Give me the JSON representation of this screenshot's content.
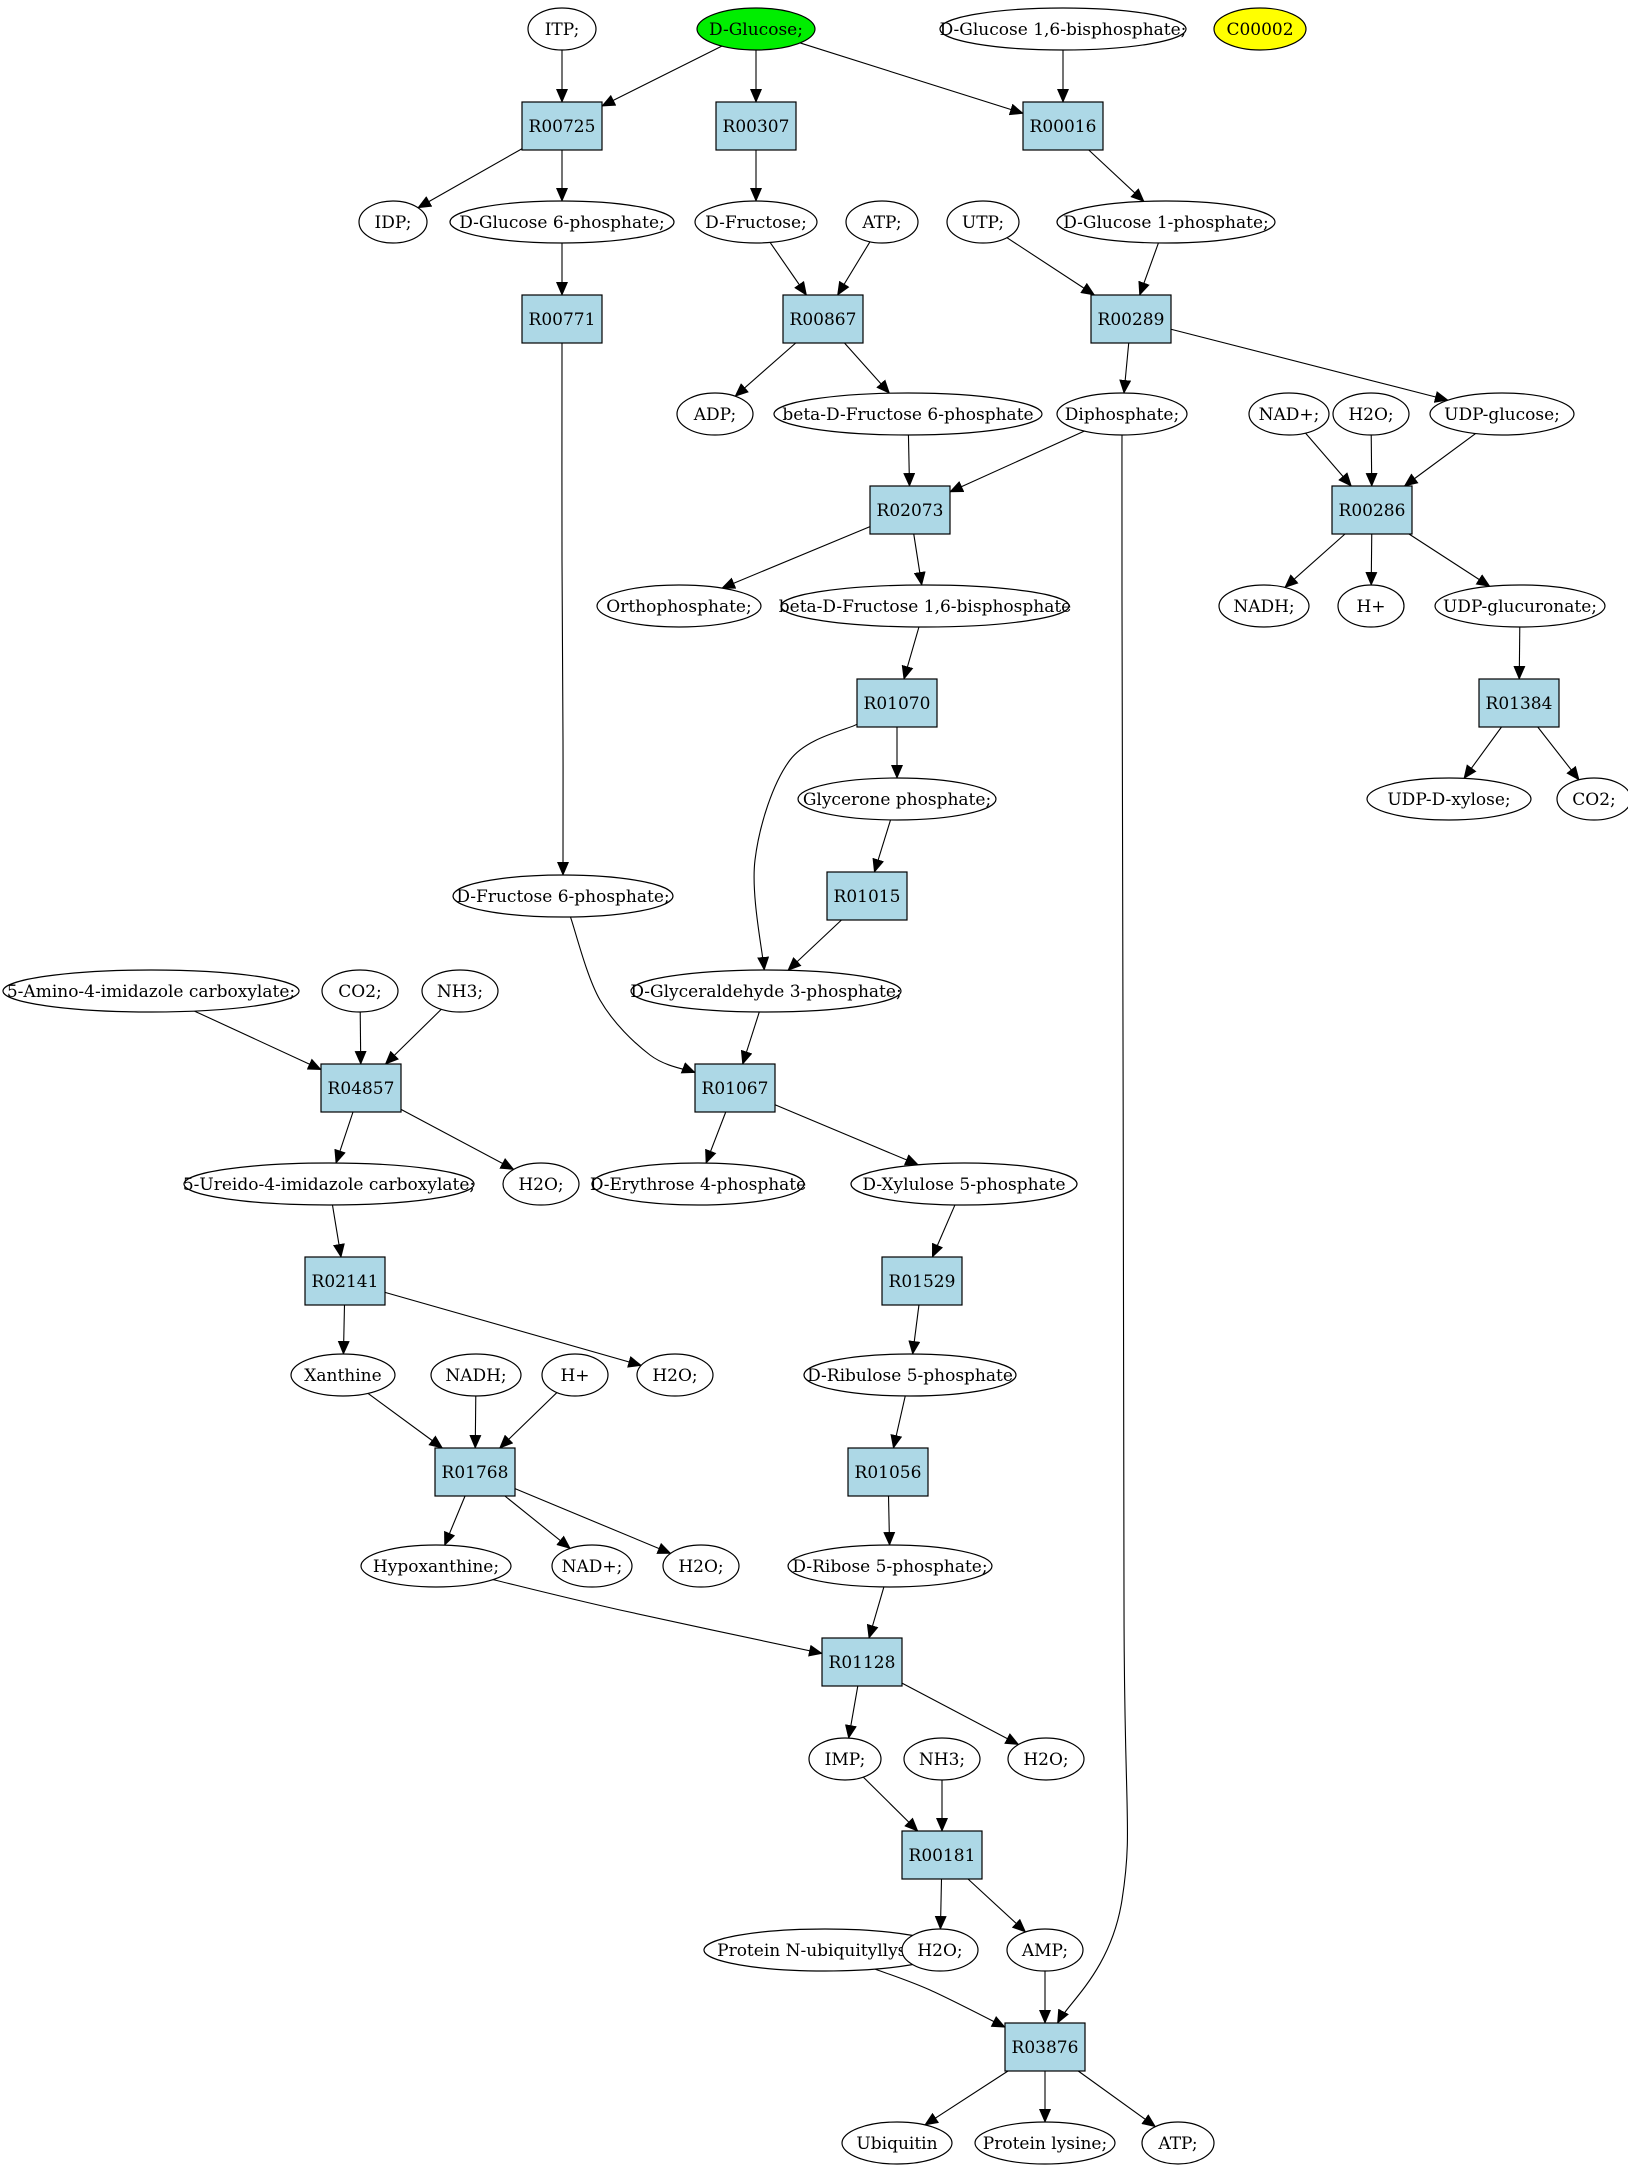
{
  "colors": {
    "reaction_fill": "#add8e6",
    "start_fill": "#00ee00",
    "query_fill": "#ffff00",
    "compound_fill": "#ffffff",
    "stroke": "#000000"
  },
  "nodes": [
    {
      "id": "itp1",
      "label": "ITP;",
      "kind": "compound"
    },
    {
      "id": "glc",
      "label": "D-Glucose;",
      "kind": "start"
    },
    {
      "id": "g16bp",
      "label": "D-Glucose 1,6-bisphosphate;",
      "kind": "compound"
    },
    {
      "id": "c00002",
      "label": "C00002",
      "kind": "query"
    },
    {
      "id": "R00725",
      "label": "R00725",
      "kind": "reaction"
    },
    {
      "id": "R00307",
      "label": "R00307",
      "kind": "reaction"
    },
    {
      "id": "R00016",
      "label": "R00016",
      "kind": "reaction"
    },
    {
      "id": "idp",
      "label": "IDP;",
      "kind": "compound"
    },
    {
      "id": "g6p",
      "label": "D-Glucose 6-phosphate;",
      "kind": "compound"
    },
    {
      "id": "fru",
      "label": "D-Fructose;",
      "kind": "compound"
    },
    {
      "id": "atp1",
      "label": "ATP;",
      "kind": "compound"
    },
    {
      "id": "utp",
      "label": "UTP;",
      "kind": "compound"
    },
    {
      "id": "g1p",
      "label": "D-Glucose 1-phosphate;",
      "kind": "compound"
    },
    {
      "id": "R00771",
      "label": "R00771",
      "kind": "reaction"
    },
    {
      "id": "R00867",
      "label": "R00867",
      "kind": "reaction"
    },
    {
      "id": "R00289",
      "label": "R00289",
      "kind": "reaction"
    },
    {
      "id": "adp",
      "label": "ADP;",
      "kind": "compound"
    },
    {
      "id": "bf6p",
      "label": "beta-D-Fructose 6-phosphate",
      "kind": "compound"
    },
    {
      "id": "ppi",
      "label": "Diphosphate;",
      "kind": "compound"
    },
    {
      "id": "nad1",
      "label": "NAD+;",
      "kind": "compound"
    },
    {
      "id": "h2o1",
      "label": "H2O;",
      "kind": "compound"
    },
    {
      "id": "udpg",
      "label": "UDP-glucose;",
      "kind": "compound"
    },
    {
      "id": "R02073",
      "label": "R02073",
      "kind": "reaction"
    },
    {
      "id": "R00286",
      "label": "R00286",
      "kind": "reaction"
    },
    {
      "id": "pi",
      "label": "Orthophosphate;",
      "kind": "compound"
    },
    {
      "id": "bfbp",
      "label": "beta-D-Fructose 1,6-bisphosphate",
      "kind": "compound"
    },
    {
      "id": "nadh1",
      "label": "NADH;",
      "kind": "compound"
    },
    {
      "id": "h1",
      "label": "H+",
      "kind": "compound"
    },
    {
      "id": "udpgla",
      "label": "UDP-glucuronate;",
      "kind": "compound"
    },
    {
      "id": "R01070",
      "label": "R01070",
      "kind": "reaction"
    },
    {
      "id": "R01384",
      "label": "R01384",
      "kind": "reaction"
    },
    {
      "id": "gnp",
      "label": "Glycerone phosphate;",
      "kind": "compound"
    },
    {
      "id": "udpx",
      "label": "UDP-D-xylose;",
      "kind": "compound"
    },
    {
      "id": "co2b",
      "label": "CO2;",
      "kind": "compound"
    },
    {
      "id": "R01015",
      "label": "R01015",
      "kind": "reaction"
    },
    {
      "id": "f6p",
      "label": "D-Fructose 6-phosphate;",
      "kind": "compound"
    },
    {
      "id": "aic",
      "label": "5-Amino-4-imidazole carboxylate;",
      "kind": "compound"
    },
    {
      "id": "co2a",
      "label": "CO2;",
      "kind": "compound"
    },
    {
      "id": "nh3a",
      "label": "NH3;",
      "kind": "compound"
    },
    {
      "id": "ga3p",
      "label": "D-Glyceraldehyde 3-phosphate;",
      "kind": "compound"
    },
    {
      "id": "R04857",
      "label": "R04857",
      "kind": "reaction"
    },
    {
      "id": "R01067",
      "label": "R01067",
      "kind": "reaction"
    },
    {
      "id": "uic",
      "label": "5-Ureido-4-imidazole carboxylate;",
      "kind": "compound"
    },
    {
      "id": "h2o2",
      "label": "H2O;",
      "kind": "compound"
    },
    {
      "id": "e4p",
      "label": "D-Erythrose 4-phosphate",
      "kind": "compound"
    },
    {
      "id": "xu5p",
      "label": "D-Xylulose 5-phosphate",
      "kind": "compound"
    },
    {
      "id": "R02141",
      "label": "R02141",
      "kind": "reaction"
    },
    {
      "id": "R01529",
      "label": "R01529",
      "kind": "reaction"
    },
    {
      "id": "xan",
      "label": "Xanthine",
      "kind": "compound"
    },
    {
      "id": "nadh2",
      "label": "NADH;",
      "kind": "compound"
    },
    {
      "id": "h2",
      "label": "H+",
      "kind": "compound"
    },
    {
      "id": "h2o3",
      "label": "H2O;",
      "kind": "compound"
    },
    {
      "id": "ru5p",
      "label": "D-Ribulose 5-phosphate",
      "kind": "compound"
    },
    {
      "id": "R01768",
      "label": "R01768",
      "kind": "reaction"
    },
    {
      "id": "R01056",
      "label": "R01056",
      "kind": "reaction"
    },
    {
      "id": "hx",
      "label": "Hypoxanthine;",
      "kind": "compound"
    },
    {
      "id": "nad2",
      "label": "NAD+;",
      "kind": "compound"
    },
    {
      "id": "h2o4",
      "label": "H2O;",
      "kind": "compound"
    },
    {
      "id": "r5p",
      "label": "D-Ribose 5-phosphate;",
      "kind": "compound"
    },
    {
      "id": "R01128",
      "label": "R01128",
      "kind": "reaction"
    },
    {
      "id": "imp",
      "label": "IMP;",
      "kind": "compound"
    },
    {
      "id": "nh3b",
      "label": "NH3;",
      "kind": "compound"
    },
    {
      "id": "h2o5",
      "label": "H2O;",
      "kind": "compound"
    },
    {
      "id": "R00181",
      "label": "R00181",
      "kind": "reaction"
    },
    {
      "id": "pnub",
      "label": "Protein N-ubiquityllysine",
      "kind": "compound"
    },
    {
      "id": "h2o6",
      "label": "H2O;",
      "kind": "compound"
    },
    {
      "id": "amp",
      "label": "AMP;",
      "kind": "compound"
    },
    {
      "id": "R03876",
      "label": "R03876",
      "kind": "reaction"
    },
    {
      "id": "ubq",
      "label": "Ubiquitin",
      "kind": "compound"
    },
    {
      "id": "plys",
      "label": "Protein lysine;",
      "kind": "compound"
    },
    {
      "id": "atp2",
      "label": "ATP;",
      "kind": "compound"
    }
  ],
  "edges": [
    [
      "itp1",
      "R00725"
    ],
    [
      "glc",
      "R00725"
    ],
    [
      "glc",
      "R00307"
    ],
    [
      "glc",
      "R00016"
    ],
    [
      "g16bp",
      "R00016"
    ],
    [
      "R00725",
      "idp"
    ],
    [
      "R00725",
      "g6p"
    ],
    [
      "R00307",
      "fru"
    ],
    [
      "R00016",
      "g1p"
    ],
    [
      "g6p",
      "R00771"
    ],
    [
      "fru",
      "R00867"
    ],
    [
      "atp1",
      "R00867"
    ],
    [
      "utp",
      "R00289"
    ],
    [
      "g1p",
      "R00289"
    ],
    [
      "R00771",
      "f6p"
    ],
    [
      "R00867",
      "adp"
    ],
    [
      "R00867",
      "bf6p"
    ],
    [
      "R00289",
      "ppi"
    ],
    [
      "R00289",
      "udpg"
    ],
    [
      "bf6p",
      "R02073"
    ],
    [
      "ppi",
      "R02073"
    ],
    [
      "ppi",
      "R03876"
    ],
    [
      "nad1",
      "R00286"
    ],
    [
      "h2o1",
      "R00286"
    ],
    [
      "udpg",
      "R00286"
    ],
    [
      "R02073",
      "pi"
    ],
    [
      "R02073",
      "bfbp"
    ],
    [
      "R00286",
      "nadh1"
    ],
    [
      "R00286",
      "h1"
    ],
    [
      "R00286",
      "udpgla"
    ],
    [
      "bfbp",
      "R01070"
    ],
    [
      "udpgla",
      "R01384"
    ],
    [
      "R01070",
      "gnp"
    ],
    [
      "R01070",
      "ga3p"
    ],
    [
      "R01384",
      "udpx"
    ],
    [
      "R01384",
      "co2b"
    ],
    [
      "gnp",
      "R01015"
    ],
    [
      "R01015",
      "ga3p"
    ],
    [
      "f6p",
      "R01067"
    ],
    [
      "ga3p",
      "R01067"
    ],
    [
      "aic",
      "R04857"
    ],
    [
      "co2a",
      "R04857"
    ],
    [
      "nh3a",
      "R04857"
    ],
    [
      "R04857",
      "uic"
    ],
    [
      "R04857",
      "h2o2"
    ],
    [
      "R01067",
      "e4p"
    ],
    [
      "R01067",
      "xu5p"
    ],
    [
      "uic",
      "R02141"
    ],
    [
      "xu5p",
      "R01529"
    ],
    [
      "R02141",
      "xan"
    ],
    [
      "R02141",
      "h2o3"
    ],
    [
      "R01529",
      "ru5p"
    ],
    [
      "xan",
      "R01768"
    ],
    [
      "nadh2",
      "R01768"
    ],
    [
      "h2",
      "R01768"
    ],
    [
      "ru5p",
      "R01056"
    ],
    [
      "R01768",
      "hx"
    ],
    [
      "R01768",
      "nad2"
    ],
    [
      "R01768",
      "h2o4"
    ],
    [
      "R01056",
      "r5p"
    ],
    [
      "hx",
      "R01128"
    ],
    [
      "r5p",
      "R01128"
    ],
    [
      "R01128",
      "imp"
    ],
    [
      "R01128",
      "h2o5"
    ],
    [
      "imp",
      "R00181"
    ],
    [
      "nh3b",
      "R00181"
    ],
    [
      "R00181",
      "h2o6"
    ],
    [
      "R00181",
      "amp"
    ],
    [
      "pnub",
      "R03876"
    ],
    [
      "amp",
      "R03876"
    ],
    [
      "R03876",
      "ubq"
    ],
    [
      "R03876",
      "plys"
    ],
    [
      "R03876",
      "atp2"
    ]
  ]
}
